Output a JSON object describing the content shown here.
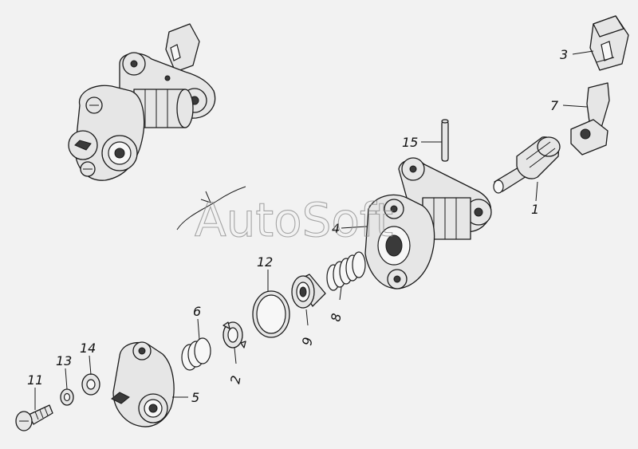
{
  "watermark": "AutoSoft",
  "callouts": {
    "c1": "1",
    "c2": "2",
    "c3": "3",
    "c4": "4",
    "c5": "5",
    "c6": "6",
    "c7": "7",
    "c8": "8",
    "c9": "9",
    "c11": "11",
    "c12": "12",
    "c13": "13",
    "c14": "14",
    "c15": "15"
  }
}
